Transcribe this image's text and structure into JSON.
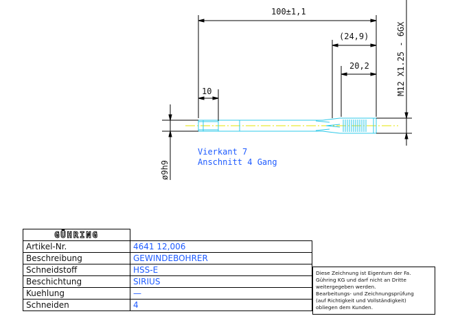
{
  "drawing": {
    "dim_total": "100±1,1",
    "dim_ref": "(24,9)",
    "dim_thread_len": "20,2",
    "dim_square": "10",
    "dim_thread_spec": "M12  X1.25  -  6GX",
    "dim_shank": "ø9h9",
    "note_line1": "Vierkant 7",
    "note_line2": "Anschnitt 4 Gang"
  },
  "titleblock": {
    "logo_text": "GÜHRING",
    "rows": [
      {
        "label": "Artikel-Nr.",
        "value": "4641 12,006"
      },
      {
        "label": "Beschreibung",
        "value": "GEWINDEBOHRER"
      },
      {
        "label": "Schneidstoff",
        "value": "HSS-E"
      },
      {
        "label": "Beschichtung",
        "value": "SIRIUS"
      },
      {
        "label": "Kuehlung",
        "value": "—"
      },
      {
        "label": "Schneiden",
        "value": "4"
      }
    ]
  },
  "notice": {
    "lines": [
      "Diese Zeichnung ist Eigentum der Fa.",
      "Gühring KG und darf nicht an Dritte",
      "weitergegeben werden.",
      "Bearbeitungs- und Zeichnungsprüfung",
      "(auf Richtigkeit und Vollständigkeit)",
      "obliegen dem Kunden."
    ]
  },
  "colors": {
    "tool_outline": "#2ec8e8",
    "centerline": "#e6e600",
    "text_blue": "#1e5bff",
    "dimension": "#000000"
  }
}
